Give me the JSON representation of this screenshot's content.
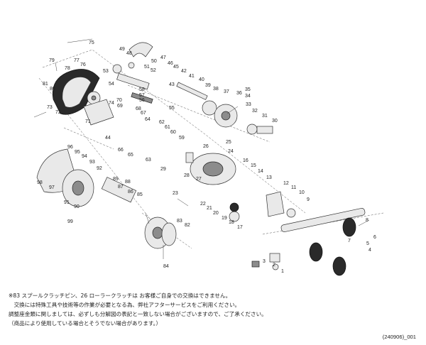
{
  "diagram": {
    "part_numbers": [
      "1",
      "2",
      "3",
      "4",
      "5",
      "6",
      "7",
      "8",
      "9",
      "10",
      "11",
      "12",
      "13",
      "14",
      "15",
      "16",
      "17",
      "18",
      "19",
      "20",
      "21",
      "22",
      "23",
      "24",
      "25",
      "26",
      "27",
      "28",
      "29",
      "30",
      "31",
      "32",
      "33",
      "34",
      "35",
      "36",
      "37",
      "38",
      "39",
      "40",
      "41",
      "42",
      "43",
      "44",
      "45",
      "46",
      "47",
      "48",
      "49",
      "50",
      "51",
      "52",
      "53",
      "54",
      "55",
      "56",
      "57",
      "58",
      "59",
      "60",
      "61",
      "62",
      "63",
      "64",
      "65",
      "66",
      "67",
      "68",
      "69",
      "70",
      "71",
      "72",
      "73",
      "74",
      "75",
      "76",
      "77",
      "78",
      "79",
      "80",
      "81",
      "82",
      "83",
      "84",
      "85",
      "86",
      "87",
      "88",
      "89",
      "90",
      "91",
      "92",
      "93",
      "94",
      "95",
      "96",
      "97",
      "98",
      "99"
    ]
  },
  "notes": {
    "line1": "※83 スプールクラッチピン、26 ローラークラッチは お客様ご自身での交換はできません。",
    "line2": "　交換には特殊工具や技術等の作業が必要となる為、弊社アフターサービスをご利用ください。",
    "line3": "調整座金類に関しましては、必ずしも分解図の表記と一致しない場合がございますので、ご了承ください。",
    "line4": "（商品により使用している場合とそうでない場合があります。）"
  },
  "doc_code": "(240906)_001"
}
